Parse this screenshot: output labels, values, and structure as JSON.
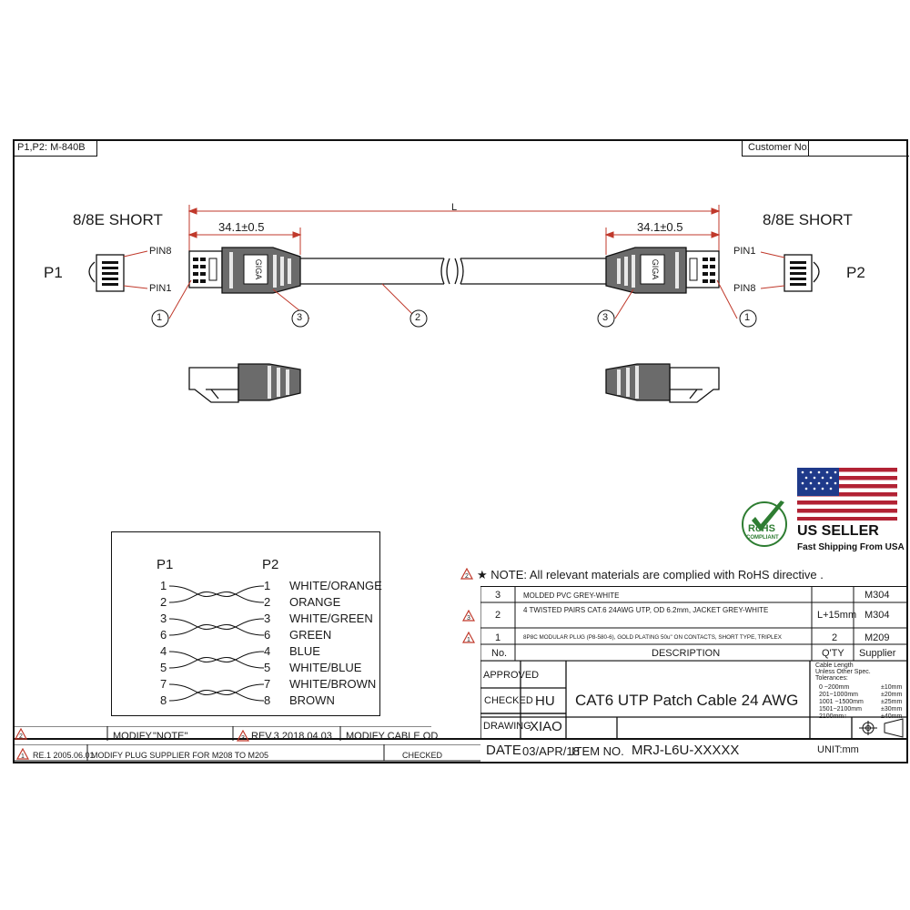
{
  "header": {
    "p1p2_code": "P1,P2: M-840B",
    "customer_label": "Customer No:",
    "customer_value": ""
  },
  "drawing": {
    "left_type": "8/8E SHORT",
    "right_type": "8/8E SHORT",
    "p1_label": "P1",
    "p2_label": "P2",
    "pin8": "PIN8",
    "pin1": "PIN1",
    "length_label": "L",
    "boot_dim_left": "34.1±0.5",
    "boot_dim_right": "34.1±0.5",
    "boot_text": "GIGA",
    "callouts": [
      "1",
      "3",
      "2",
      "3",
      "1"
    ]
  },
  "wiring": {
    "p1_header": "P1",
    "p2_header": "P2",
    "rows": [
      {
        "p1": "1",
        "p2": "1",
        "color": "WHITE/ORANGE"
      },
      {
        "p1": "2",
        "p2": "2",
        "color": "ORANGE"
      },
      {
        "p1": "3",
        "p2": "3",
        "color": "WHITE/GREEN"
      },
      {
        "p1": "6",
        "p2": "6",
        "color": "GREEN"
      },
      {
        "p1": "4",
        "p2": "4",
        "color": "BLUE"
      },
      {
        "p1": "5",
        "p2": "5",
        "color": "WHITE/BLUE"
      },
      {
        "p1": "7",
        "p2": "7",
        "color": "WHITE/BROWN"
      },
      {
        "p1": "8",
        "p2": "8",
        "color": "BROWN"
      }
    ]
  },
  "badges": {
    "rohs_text": "RoHS",
    "rohs_sub": "COMPLIANT",
    "us_seller": "US SELLER",
    "fast_shipping": "Fast Shipping From USA"
  },
  "note": "★ NOTE: All relevant materials are complied with RoHS directive .",
  "bom": {
    "rows": [
      {
        "no": "3",
        "desc": "MOLDED PVC GREY-WHITE",
        "qty": "",
        "supplier": "M304"
      },
      {
        "no": "2",
        "desc": "4 TWISTED PAIRS CAT.6 24AWG UTP, OD 6.2mm, JACKET GREY-WHITE",
        "qty": "L+15mm",
        "supplier": "M304"
      },
      {
        "no": "1",
        "desc": "8P8C MODULAR PLUG (P8-580-6), GOLD PLATING 50u\" ON CONTACTS, SHORT TYPE, TRIPLEX",
        "qty": "2",
        "supplier": "M209"
      }
    ],
    "header": {
      "no": "No.",
      "desc": "DESCRIPTION",
      "qty": "Q'TY",
      "supplier": "Supplier"
    }
  },
  "title_block": {
    "approved_label": "APPROVED",
    "checked_label": "CHECKED",
    "checked_value": "HU",
    "drawing_label": "DRAWING",
    "drawing_value": "XIAO",
    "date_label": "DATE",
    "date_value": "03/APR/18",
    "item_label": "ITEM NO.",
    "item_value": "MRJ-L6U-XXXXX",
    "title": "CAT6 UTP Patch Cable 24 AWG",
    "tol_heading1": "Cable Length",
    "tol_heading2": "Unless Other Spec.",
    "tol_heading3": "Tolerances:",
    "tolerances": [
      {
        "range": "0 ~200mm",
        "tol": "±10mm"
      },
      {
        "range": "201~1000mm",
        "tol": "±20mm"
      },
      {
        "range": "1001 ~1500mm",
        "tol": "±25mm"
      },
      {
        "range": "1501~2100mm",
        "tol": "±30mm"
      },
      {
        "range": "2100mm↑",
        "tol": "±40mm"
      }
    ],
    "unit_label": "UNIT:mm"
  },
  "revisions": {
    "row1_modify": "MODIFY",
    "row1_note": "\"NOTE\"",
    "row1_rev": "REV.3  2018.04.03",
    "row1_desc": "MODIFY CABLE OD",
    "row2_rev": "RE.1  2005.06.01",
    "row2_desc": "MODIFY PLUG SUPPLIER FOR M208 TO M205",
    "row2_checked": "CHECKED"
  },
  "colors": {
    "line": "#111111",
    "dim": "#c0392b",
    "flag_red": "#b22234",
    "flag_blue": "#1f3a8a",
    "rohs_green": "#2e7d32"
  }
}
